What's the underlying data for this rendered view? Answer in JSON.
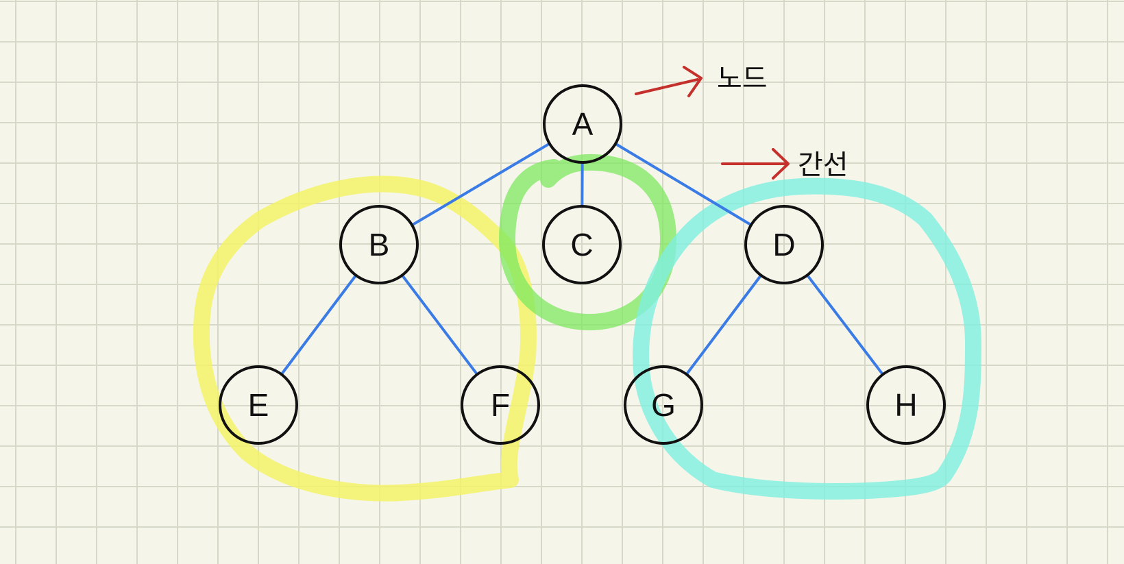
{
  "diagram": {
    "type": "tree",
    "nodes": [
      {
        "id": "A",
        "label": "A"
      },
      {
        "id": "B",
        "label": "B"
      },
      {
        "id": "C",
        "label": "C"
      },
      {
        "id": "D",
        "label": "D"
      },
      {
        "id": "E",
        "label": "E"
      },
      {
        "id": "F",
        "label": "F"
      },
      {
        "id": "G",
        "label": "G"
      },
      {
        "id": "H",
        "label": "H"
      }
    ],
    "edges": [
      {
        "from": "A",
        "to": "B"
      },
      {
        "from": "A",
        "to": "C"
      },
      {
        "from": "A",
        "to": "D"
      },
      {
        "from": "B",
        "to": "E"
      },
      {
        "from": "B",
        "to": "F"
      },
      {
        "from": "D",
        "to": "G"
      },
      {
        "from": "D",
        "to": "H"
      }
    ],
    "annotations": {
      "node_label": "노드",
      "edge_label": "간선"
    },
    "highlights": [
      {
        "name": "subtree-b",
        "color": "#f3f36a"
      },
      {
        "name": "subtree-c",
        "color": "#7ee860"
      },
      {
        "name": "subtree-d",
        "color": "#7ff0e0"
      }
    ],
    "colors": {
      "background": "#f6f5ea",
      "grid": "#d6d8c8",
      "edge": "#3a7be6",
      "node_stroke": "#111111",
      "node_fill": "#f6f5ea",
      "arrow": "#c4302b"
    }
  }
}
